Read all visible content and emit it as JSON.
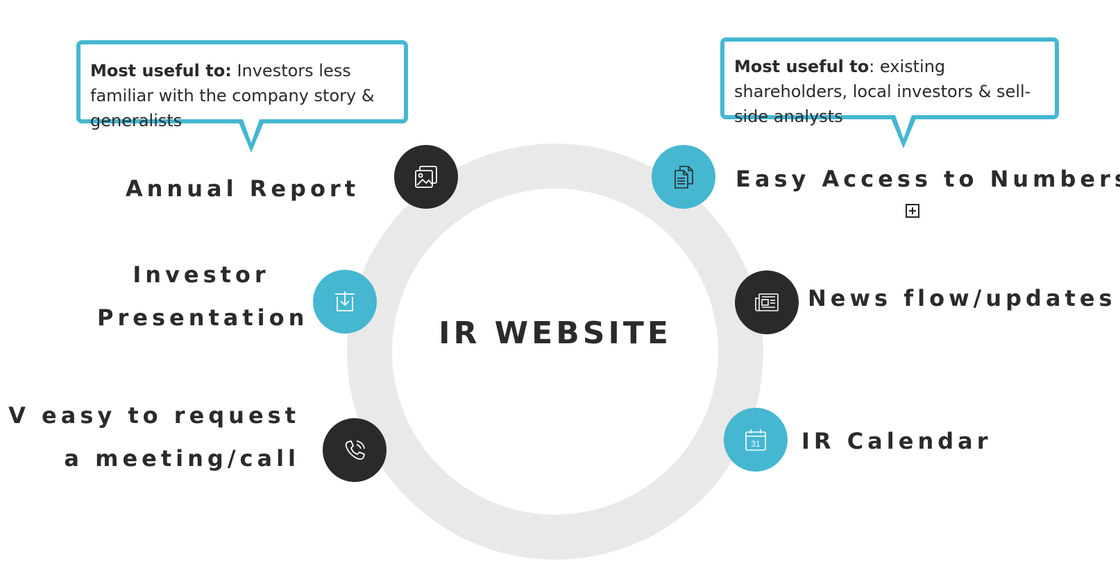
{
  "center": {
    "title": "IR WEBSITE"
  },
  "left_items": [
    {
      "label": "Annual Report",
      "icon": "image-gallery-icon"
    },
    {
      "label_line1": "Investor",
      "label_line2": "Presentation",
      "icon": "download-box-icon"
    },
    {
      "label_line1": "V easy to request",
      "label_line2": "a meeting/call",
      "icon": "phone-call-icon"
    }
  ],
  "right_items": [
    {
      "label": "Easy Access to Numbers",
      "icon": "documents-icon"
    },
    {
      "label": "News flow/updates",
      "icon": "newspaper-icon"
    },
    {
      "label": "IR Calendar",
      "icon": "calendar-icon",
      "calendar_day": "31"
    }
  ],
  "callouts": {
    "left": {
      "bold": "Most useful to:",
      "text": " Investors less familiar with the company story & generalists"
    },
    "right": {
      "bold": "Most useful to",
      "text": ": existing shareholders, local investors & sell-side analysts"
    }
  },
  "colors": {
    "teal": "#45b7d1",
    "dark": "#2a2a2a",
    "ring": "#e9e9e9"
  }
}
